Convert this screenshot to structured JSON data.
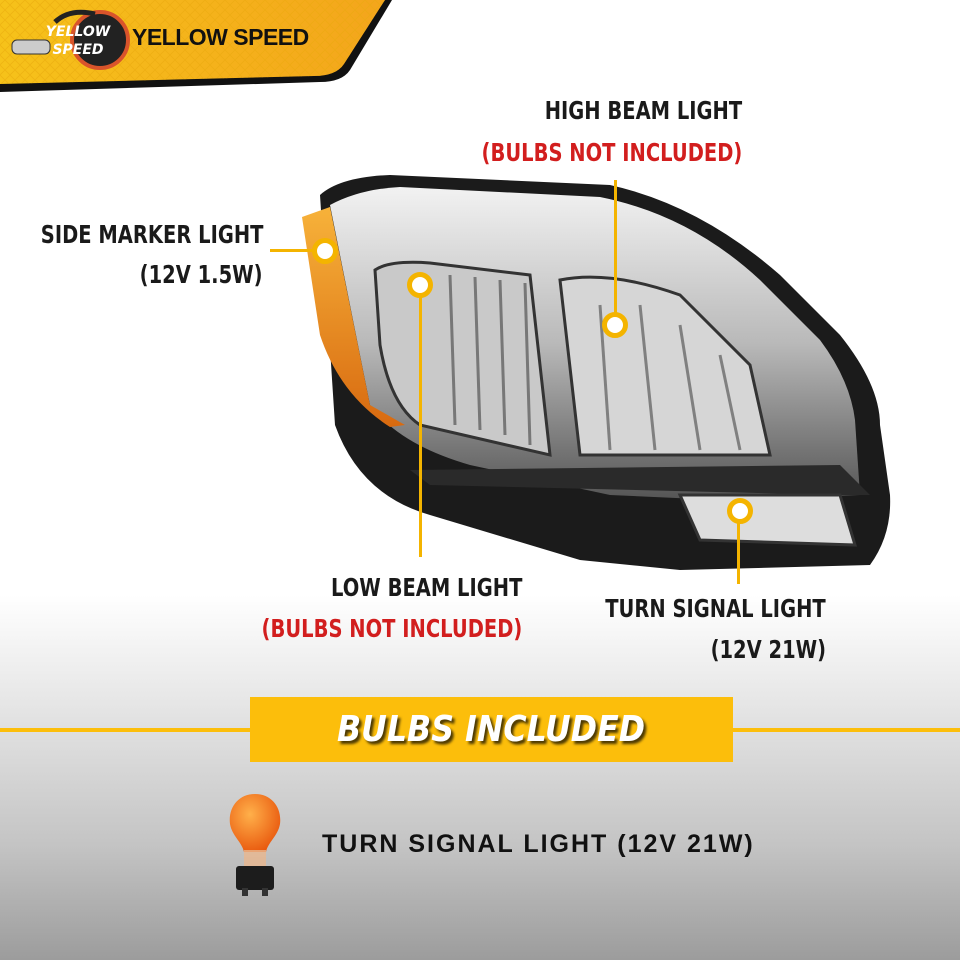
{
  "brand": {
    "name": "YELLOW SPEED",
    "logo_text": "YELLOW SPEED",
    "color": "#fcbe0b"
  },
  "callouts": {
    "high_beam": {
      "title": "HIGH BEAM LIGHT",
      "note": "(BULBS NOT INCLUDED)"
    },
    "side_marker": {
      "title": "SIDE MARKER LIGHT",
      "note": "(12V 1.5W)"
    },
    "low_beam": {
      "title": "LOW BEAM LIGHT",
      "note": "(BULBS NOT INCLUDED)"
    },
    "turn_signal": {
      "title": "TURN SIGNAL LIGHT",
      "note": "(12V 21W)"
    }
  },
  "bulbs_included": {
    "heading": "BULBS INCLUDED",
    "items": [
      {
        "label": "TURN SIGNAL LIGHT (12V 21W)",
        "icon": "amber-bulb-icon"
      }
    ]
  },
  "colors": {
    "accent": "#f4b400",
    "warning_red": "#d21e1e"
  }
}
